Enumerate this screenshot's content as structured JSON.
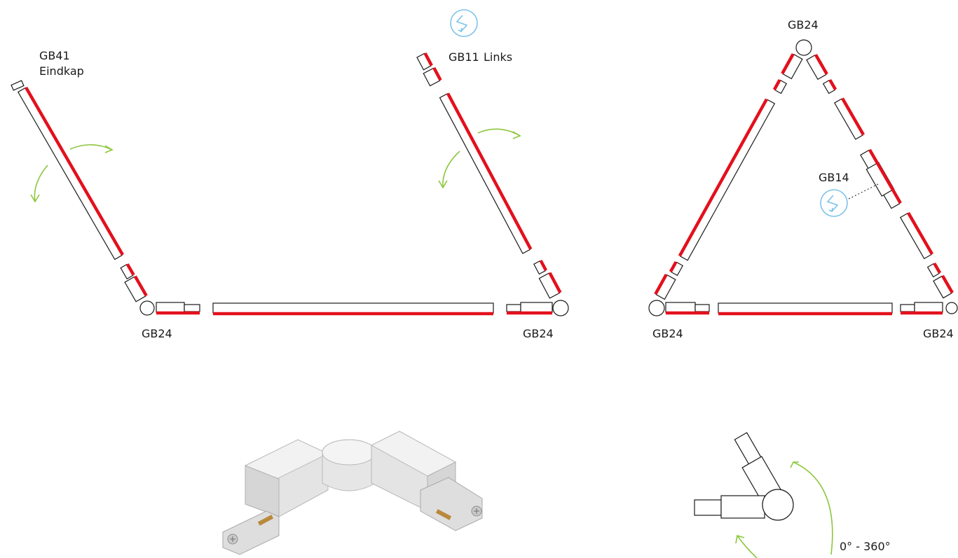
{
  "labels": {
    "end_cap_code": "GB41",
    "end_cap_name": "Eindkap",
    "left_feed_code": "GB11",
    "left_feed_name": "Links",
    "corner_code": "GB24",
    "center_feed_code": "GB14",
    "rotation_range": "0° - 360°"
  },
  "colors": {
    "conductor": "#e3101c",
    "rotate_arrow": "#8dc63f",
    "feed_icon": "#7ec3ea",
    "outline": "#1a1a1a"
  },
  "icons": [
    "power-feed-icon",
    "rotate-arrow-icon",
    "corner-connector-icon"
  ]
}
